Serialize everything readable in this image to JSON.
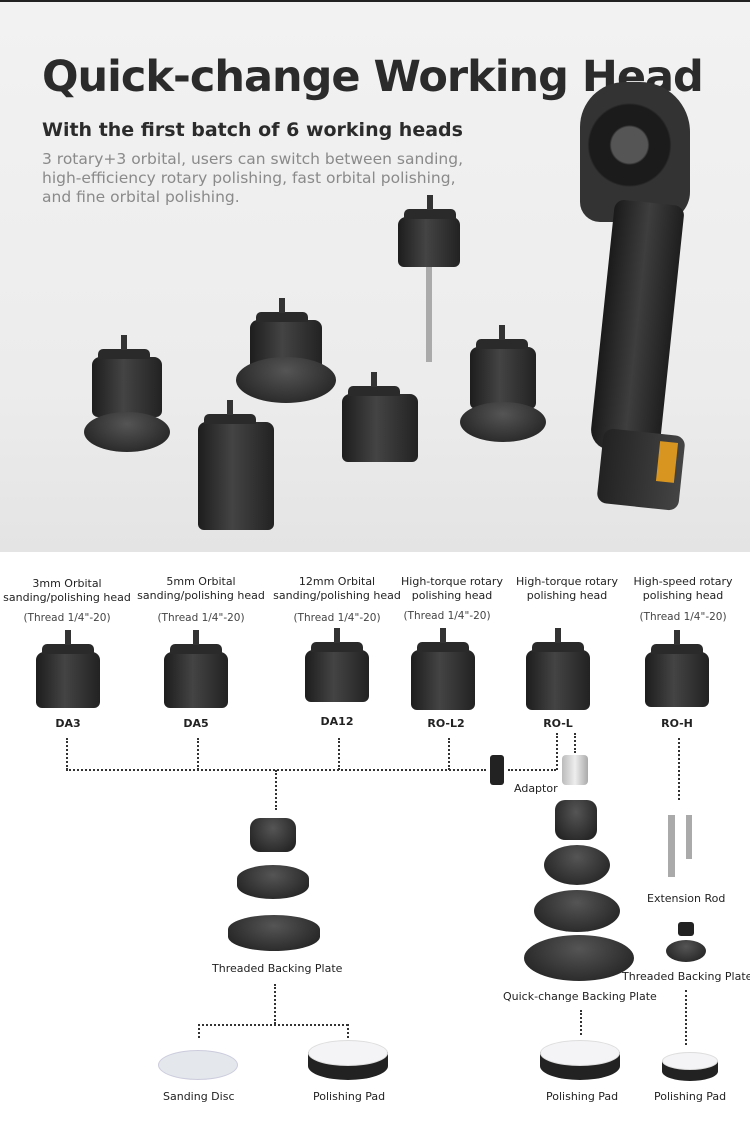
{
  "header": {
    "title": "Quick-change Working Head",
    "subtitle": "With the first batch of 6 working heads",
    "description": "3 rotary+3 orbital, users can switch between sanding, high-efficiency rotary polishing, fast orbital polishing, and fine orbital polishing."
  },
  "heads": [
    {
      "name": "3mm Orbital",
      "name2": "sanding/polishing head",
      "thread": "(Thread 1/4\"-20)",
      "code": "DA3"
    },
    {
      "name": "5mm Orbital",
      "name2": "sanding/polishing head",
      "thread": "(Thread 1/4\"-20)",
      "code": "DA5"
    },
    {
      "name": "12mm Orbital",
      "name2": "sanding/polishing head",
      "thread": "(Thread 1/4\"-20)",
      "code": "DA12"
    },
    {
      "name": "High-torque rotary",
      "name2": "polishing head",
      "thread": "(Thread 1/4\"-20)",
      "code": "RO-L2"
    },
    {
      "name": "High-torque rotary",
      "name2": "polishing head",
      "thread": "",
      "code": "RO-L"
    },
    {
      "name": "High-speed rotary",
      "name2": "polishing head",
      "thread": "(Thread 1/4\"-20)",
      "code": "RO-H"
    }
  ],
  "accessories": {
    "adaptor": "Adaptor",
    "threaded_plate": "Threaded Backing Plate",
    "quick_plate": "Quick-change Backing Plate",
    "extension_rod": "Extension Rod",
    "threaded_plate_right": "Threaded Backing Plate",
    "sanding_disc": "Sanding Disc",
    "polishing_pad_1": "Polishing Pad",
    "polishing_pad_2": "Polishing Pad",
    "polishing_pad_3": "Polishing Pad"
  }
}
